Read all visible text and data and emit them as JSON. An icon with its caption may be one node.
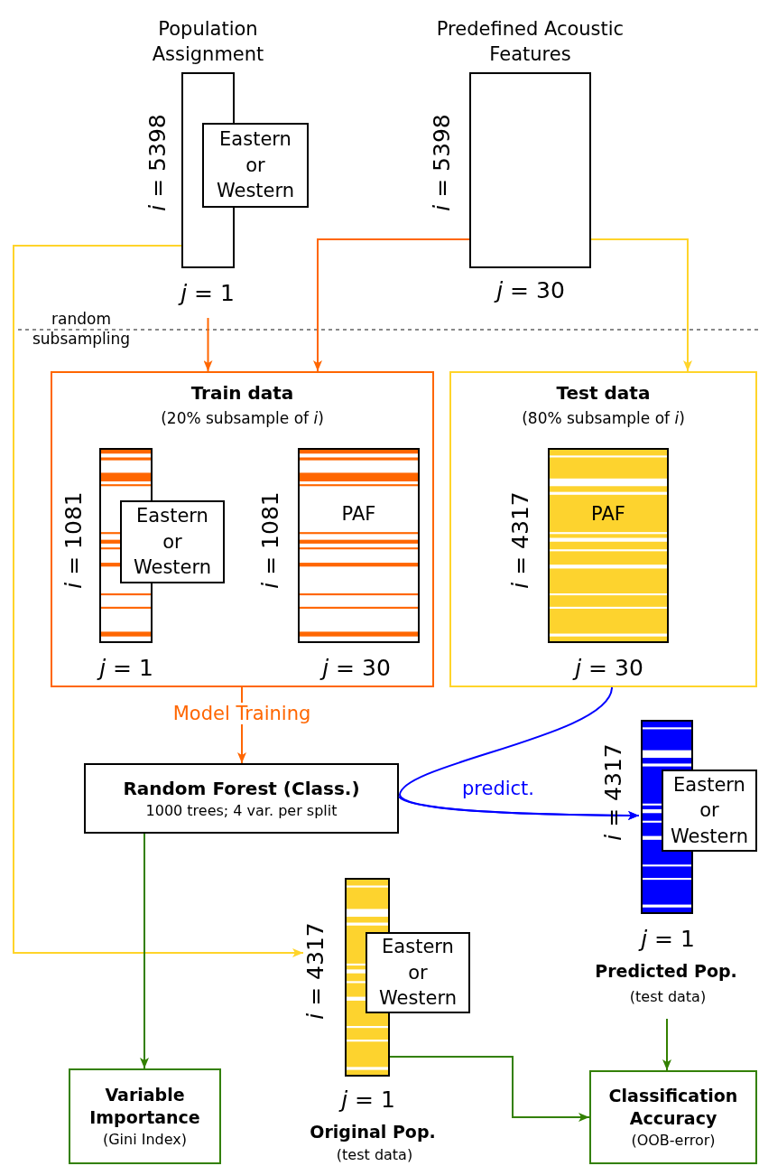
{
  "diagram": {
    "nodes": [
      {
        "text": [
          "Population Assignment"
        ],
        "beside": [
          "*i* = 5398",
          "*j* = 1"
        ]
      },
      {
        "text": [
          "Eastern or Western"
        ]
      },
      {
        "text": [
          "Predefined Acoustic Features"
        ],
        "beside": [
          "*i* = 5398",
          "*j* = 30"
        ]
      },
      {
        "text": [
          "Train data",
          "(20% subsample of *i*)"
        ]
      },
      {
        "text": [],
        "shape": "bar",
        "in": 3,
        "beside": [
          "*i* = 1081",
          "*j* = 1"
        ]
      },
      {
        "text": [
          "Eastern or Western"
        ],
        "in": 3
      },
      {
        "text": [
          "PAF"
        ],
        "in": 3,
        "beside": [
          "*i* = 1081",
          "*j* = 30"
        ]
      },
      {
        "text": [
          "Test data",
          "(80% subsample of *i*)"
        ]
      },
      {
        "text": [
          "PAF"
        ],
        "in": 7,
        "beside": [
          "*i* = 4317",
          "*j* = 30"
        ]
      },
      {
        "text": [
          "Random Forest (Class.)",
          "1000 trees; 4 var. per split"
        ]
      },
      {
        "text": [],
        "shape": "bar",
        "beside": [
          "*i* = 4317",
          "*j* = 1",
          "Predicted Pop.",
          "(test data)"
        ]
      },
      {
        "text": [
          "Eastern or Western"
        ]
      },
      {
        "text": [],
        "shape": "bar",
        "beside": [
          "*i* = 4317",
          "*j* = 1",
          "Original Pop.",
          "(test data)"
        ]
      },
      {
        "text": [
          "Eastern or Western"
        ]
      },
      {
        "text": [
          "Variable Importance",
          "(Gini Index)"
        ]
      },
      {
        "text": [
          "Classification Accuracy",
          "(OOB-error)"
        ]
      }
    ],
    "edges": [
      {
        "from": 0,
        "to": 3,
        "arrow": "to",
        "color": "#ff6600"
      },
      {
        "from": 2,
        "to": 3,
        "arrow": "to",
        "color": "#ff6600"
      },
      {
        "from": 2,
        "to": 7,
        "arrow": "to",
        "color": "#ffd42a"
      },
      {
        "from": 0,
        "to": 12,
        "arrow": "to",
        "color": "#ffd42a"
      },
      {
        "from": 3,
        "to": 9,
        "arrow": "to",
        "label": "Model Training",
        "color": "#ff6600"
      },
      {
        "from": 7,
        "to": 10,
        "arrow": "to",
        "color": "#0000ff"
      },
      {
        "from": 9,
        "to": 10,
        "arrow": "to",
        "label": "predict.",
        "color": "#0000ff"
      },
      {
        "from": 9,
        "to": 14,
        "arrow": "to",
        "color": "#338000"
      },
      {
        "from": 12,
        "to": 15,
        "arrow": "to",
        "color": "#338000"
      },
      {
        "from": 10,
        "to": 15,
        "arrow": "to",
        "color": "#338000"
      }
    ],
    "labels": [
      "random subsampling"
    ]
  }
}
